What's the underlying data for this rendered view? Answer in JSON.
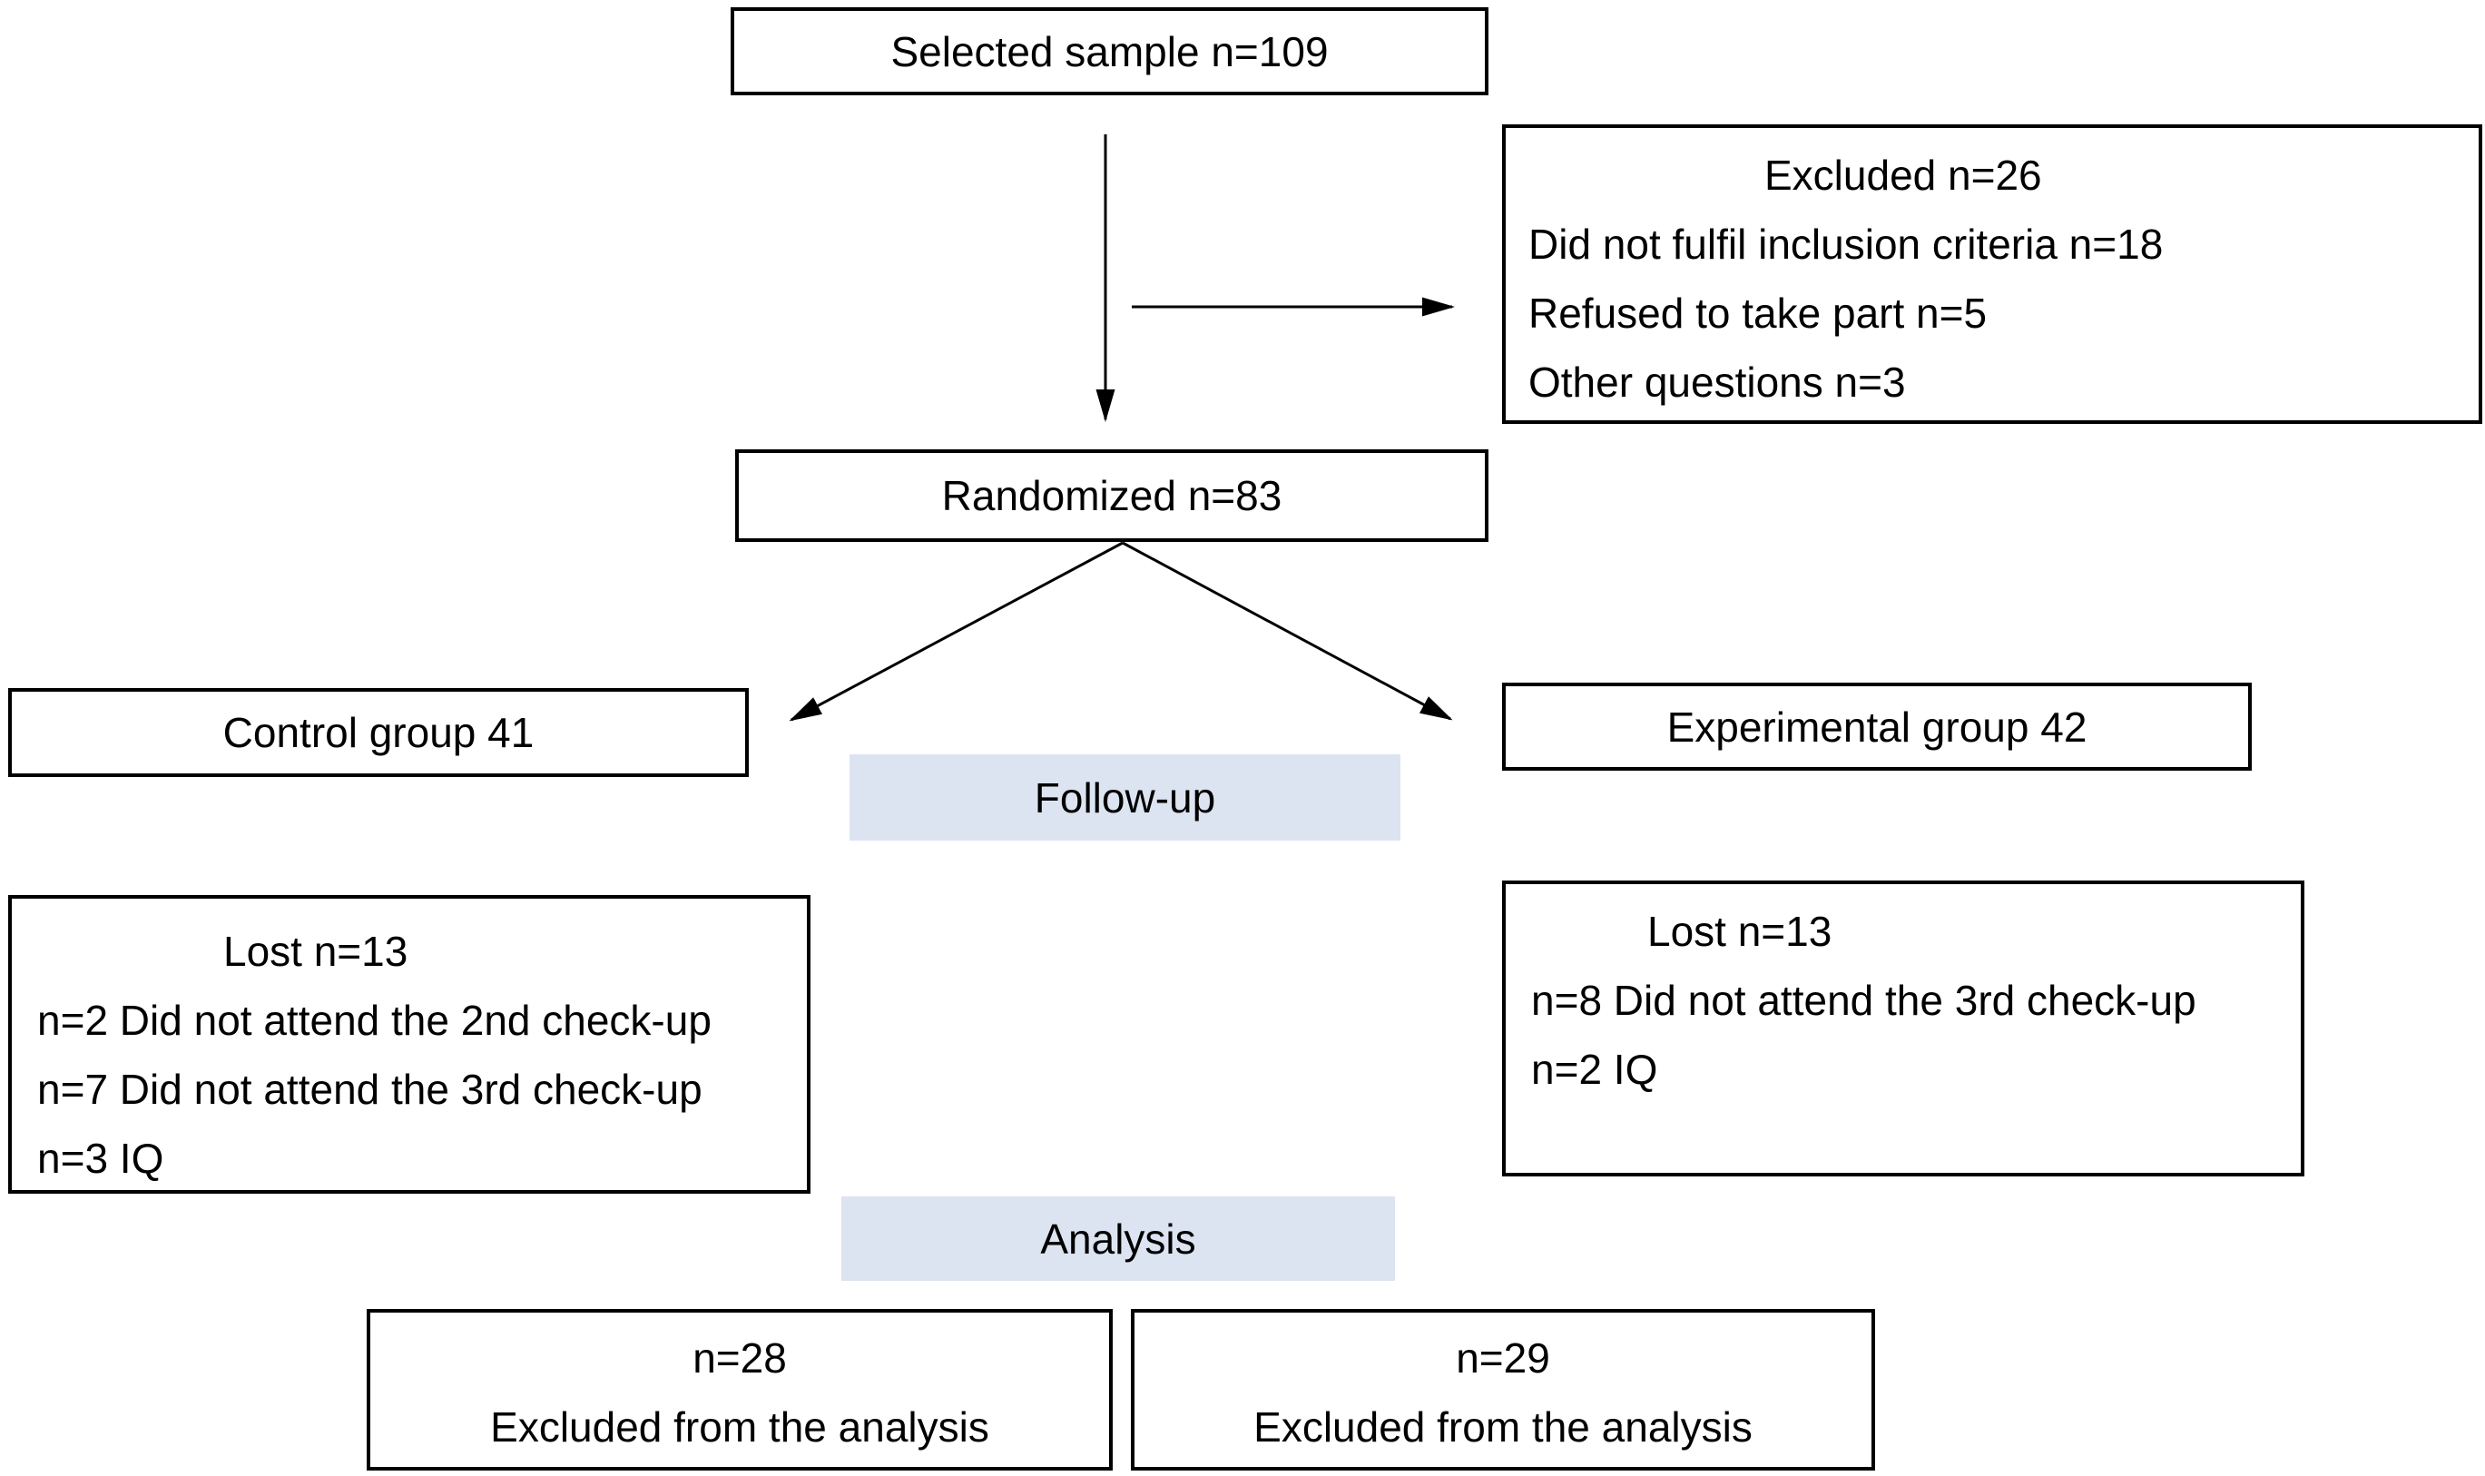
{
  "diagram": {
    "selected_sample": {
      "label": "Selected sample n=109"
    },
    "excluded": {
      "title": "Excluded n=26",
      "items": [
        "Did not fulfil inclusion criteria n=18",
        "Refused to take part n=5",
        "Other questions n=3"
      ]
    },
    "randomized": {
      "label": "Randomized n=83"
    },
    "control_group": {
      "label": "Control group 41"
    },
    "experimental_group": {
      "label": "Experimental group 42"
    },
    "followup_band": {
      "label": "Follow-up"
    },
    "control_lost": {
      "title": "Lost n=13",
      "items": [
        "n=2 Did not attend the 2nd check-up",
        "n=7 Did not attend the 3rd check-up",
        "n=3 IQ"
      ]
    },
    "experimental_lost": {
      "title": "Lost n=13",
      "items": [
        "n=8 Did not attend the 3rd check-up",
        "n=2 IQ"
      ]
    },
    "analysis_band": {
      "label": "Analysis"
    },
    "control_analysis": {
      "count": "n=28",
      "label": "Excluded from the analysis"
    },
    "experimental_analysis": {
      "count": "n=29",
      "label": "Excluded from the analysis"
    }
  },
  "colors": {
    "background": "#ffffff",
    "box_border": "#000000",
    "text": "#000000",
    "arrow": "#000000",
    "band_fill": "#dce4f1"
  }
}
